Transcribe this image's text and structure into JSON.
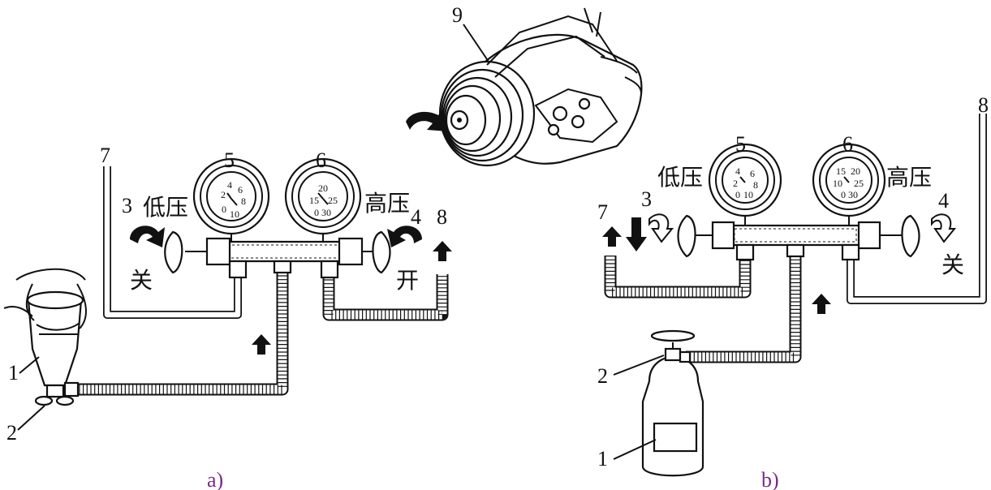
{
  "gauges": {
    "low_label": "低压",
    "high_label": "高压",
    "low_scale": [
      "2",
      "4",
      "6",
      "8",
      "0",
      "10"
    ],
    "high_scale": [
      "20",
      "15",
      "25",
      "0",
      "30"
    ],
    "high_scale_b": [
      "15",
      "20",
      "10",
      "25",
      "0",
      "30"
    ]
  },
  "valves": {
    "closed": "关",
    "open": "开"
  },
  "labels": {
    "n1": "1",
    "n2": "2",
    "n3": "3",
    "n4": "4",
    "n5": "5",
    "n6": "6",
    "n7": "7",
    "n8": "8",
    "n9": "9"
  },
  "captions": {
    "a": "a)",
    "b": "b)"
  }
}
